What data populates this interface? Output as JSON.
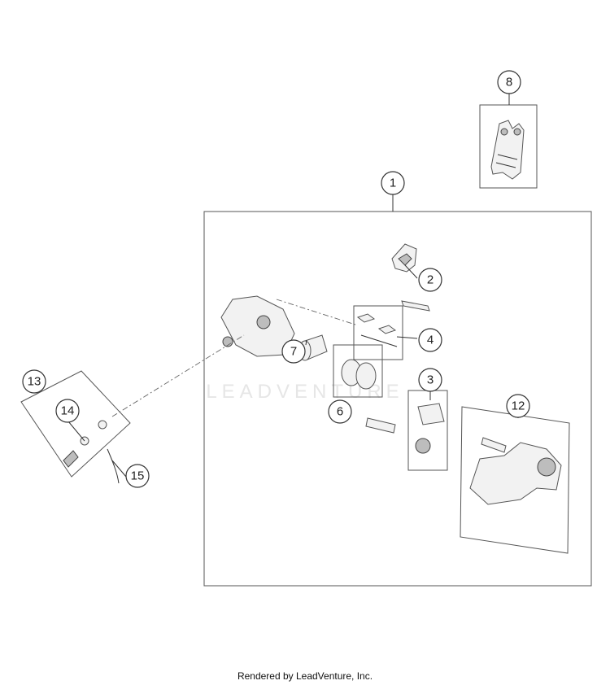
{
  "callouts": [
    {
      "label": "1"
    },
    {
      "label": "2"
    },
    {
      "label": "3"
    },
    {
      "label": "4"
    },
    {
      "label": "6"
    },
    {
      "label": "7"
    },
    {
      "label": "8"
    },
    {
      "label": "12"
    },
    {
      "label": "13"
    },
    {
      "label": "14"
    },
    {
      "label": "15"
    }
  ],
  "watermark": "LEADVENTURE",
  "credit": "Rendered by LeadVenture, Inc.",
  "colors": {
    "line": "#333333",
    "background": "#ffffff",
    "watermark": "#e6e6e6"
  }
}
